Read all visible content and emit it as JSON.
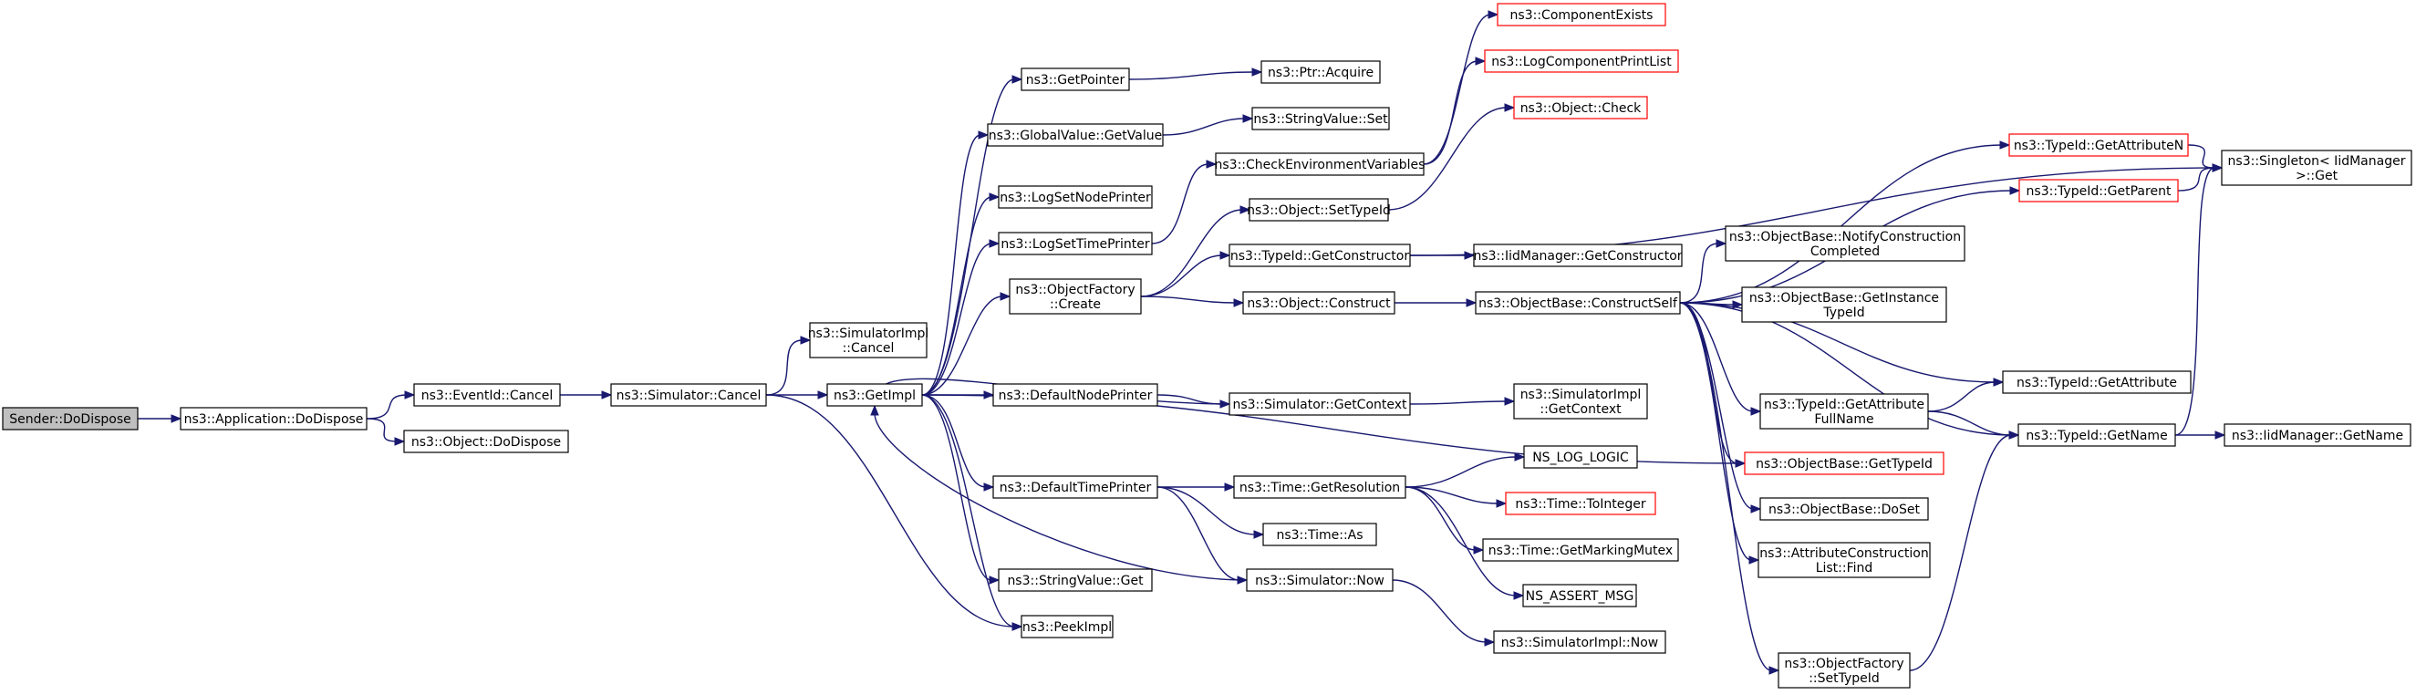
{
  "colors": {
    "edge": "#191970",
    "border_normal": "#000000",
    "border_missing": "#ff0000",
    "root_fill": "#bfbfbf",
    "fill": "#ffffff"
  },
  "nodes": {
    "sender_dodispose": {
      "lines": [
        "Sender::DoDispose"
      ],
      "style": "root"
    },
    "app_dodispose": {
      "lines": [
        "ns3::Application::DoDispose"
      ],
      "style": "normal"
    },
    "eventid_cancel": {
      "lines": [
        "ns3::EventId::Cancel"
      ],
      "style": "normal"
    },
    "object_dodispose": {
      "lines": [
        "ns3::Object::DoDispose"
      ],
      "style": "normal"
    },
    "simulator_cancel": {
      "lines": [
        "ns3::Simulator::Cancel"
      ],
      "style": "normal"
    },
    "simimpl_cancel": {
      "lines": [
        "ns3::SimulatorImpl",
        "::Cancel"
      ],
      "style": "normal"
    },
    "getimpl": {
      "lines": [
        "ns3::GetImpl"
      ],
      "style": "normal"
    },
    "peekimpl": {
      "lines": [
        "ns3::PeekImpl"
      ],
      "style": "normal"
    },
    "getpointer": {
      "lines": [
        "ns3::GetPointer"
      ],
      "style": "normal"
    },
    "globalvalue_getvalue": {
      "lines": [
        "ns3::GlobalValue::GetValue"
      ],
      "style": "normal"
    },
    "logsetnodeprinter": {
      "lines": [
        "ns3::LogSetNodePrinter"
      ],
      "style": "normal"
    },
    "logsettimeprinter": {
      "lines": [
        "ns3::LogSetTimePrinter"
      ],
      "style": "normal"
    },
    "objectfactory_create": {
      "lines": [
        "ns3::ObjectFactory",
        "::Create"
      ],
      "style": "normal"
    },
    "defaultnodeprinter": {
      "lines": [
        "ns3::DefaultNodePrinter"
      ],
      "style": "normal"
    },
    "defaulttimeprinter": {
      "lines": [
        "ns3::DefaultTimePrinter"
      ],
      "style": "normal"
    },
    "stringvalue_get": {
      "lines": [
        "ns3::StringValue::Get"
      ],
      "style": "normal"
    },
    "ptr_acquire": {
      "lines": [
        "ns3::Ptr::Acquire"
      ],
      "style": "normal"
    },
    "stringvalue_set": {
      "lines": [
        "ns3::StringValue::Set"
      ],
      "style": "normal"
    },
    "checkenvvars": {
      "lines": [
        "ns3::CheckEnvironmentVariables"
      ],
      "style": "normal"
    },
    "object_settypeid": {
      "lines": [
        "ns3::Object::SetTypeId"
      ],
      "style": "normal"
    },
    "typeid_getconstructor": {
      "lines": [
        "ns3::TypeId::GetConstructor"
      ],
      "style": "normal"
    },
    "object_construct": {
      "lines": [
        "ns3::Object::Construct"
      ],
      "style": "normal"
    },
    "simulator_getcontext": {
      "lines": [
        "ns3::Simulator::GetContext"
      ],
      "style": "normal"
    },
    "time_getresolution": {
      "lines": [
        "ns3::Time::GetResolution"
      ],
      "style": "normal"
    },
    "time_as": {
      "lines": [
        "ns3::Time::As"
      ],
      "style": "normal"
    },
    "simulator_now": {
      "lines": [
        "ns3::Simulator::Now"
      ],
      "style": "normal"
    },
    "componentexists": {
      "lines": [
        "ns3::ComponentExists"
      ],
      "style": "missing"
    },
    "logcomponentprintlist": {
      "lines": [
        "ns3::LogComponentPrintList"
      ],
      "style": "missing"
    },
    "object_check": {
      "lines": [
        "ns3::Object::Check"
      ],
      "style": "missing"
    },
    "iidmanager_getconstructor": {
      "lines": [
        "ns3::IidManager::GetConstructor"
      ],
      "style": "normal"
    },
    "objectbase_constructself": {
      "lines": [
        "ns3::ObjectBase::ConstructSelf"
      ],
      "style": "normal"
    },
    "simimpl_getcontext": {
      "lines": [
        "ns3::SimulatorImpl",
        "::GetContext"
      ],
      "style": "normal"
    },
    "ns_log_logic": {
      "lines": [
        "NS_LOG_LOGIC"
      ],
      "style": "normal"
    },
    "time_tointeger": {
      "lines": [
        "ns3::Time::ToInteger"
      ],
      "style": "missing"
    },
    "time_getmarkingmutex": {
      "lines": [
        "ns3::Time::GetMarkingMutex"
      ],
      "style": "normal"
    },
    "ns_assert_msg": {
      "lines": [
        "NS_ASSERT_MSG"
      ],
      "style": "normal"
    },
    "simimpl_now": {
      "lines": [
        "ns3::SimulatorImpl::Now"
      ],
      "style": "normal"
    },
    "typeid_getattributen": {
      "lines": [
        "ns3::TypeId::GetAttributeN"
      ],
      "style": "missing"
    },
    "typeid_getparent": {
      "lines": [
        "ns3::TypeId::GetParent"
      ],
      "style": "missing"
    },
    "objectbase_notifyconstruction": {
      "lines": [
        "ns3::ObjectBase::NotifyConstruction",
        "Completed"
      ],
      "style": "normal"
    },
    "objectbase_getinstancetypeid": {
      "lines": [
        "ns3::ObjectBase::GetInstance",
        "TypeId"
      ],
      "style": "normal"
    },
    "typeid_getattributefullname": {
      "lines": [
        "ns3::TypeId::GetAttribute",
        "FullName"
      ],
      "style": "normal"
    },
    "objectbase_gettypeid": {
      "lines": [
        "ns3::ObjectBase::GetTypeId"
      ],
      "style": "missing"
    },
    "objectbase_doset": {
      "lines": [
        "ns3::ObjectBase::DoSet"
      ],
      "style": "normal"
    },
    "attrconstructionlist_find": {
      "lines": [
        "ns3::AttributeConstruction",
        "List::Find"
      ],
      "style": "normal"
    },
    "objectfactory_settypeid": {
      "lines": [
        "ns3::ObjectFactory",
        "::SetTypeId"
      ],
      "style": "normal"
    },
    "singleton_get": {
      "lines": [
        "ns3::Singleton< IidManager",
        ">::Get"
      ],
      "style": "normal"
    },
    "typeid_getattribute": {
      "lines": [
        "ns3::TypeId::GetAttribute"
      ],
      "style": "normal"
    },
    "typeid_getname": {
      "lines": [
        "ns3::TypeId::GetName"
      ],
      "style": "normal"
    },
    "iidmanager_getname": {
      "lines": [
        "ns3::IidManager::GetName"
      ],
      "style": "normal"
    }
  },
  "edges": [
    [
      "sender_dodispose",
      "app_dodispose"
    ],
    [
      "app_dodispose",
      "eventid_cancel"
    ],
    [
      "app_dodispose",
      "object_dodispose"
    ],
    [
      "eventid_cancel",
      "simulator_cancel"
    ],
    [
      "simulator_cancel",
      "simimpl_cancel"
    ],
    [
      "simulator_cancel",
      "getimpl"
    ],
    [
      "simulator_cancel",
      "peekimpl"
    ],
    [
      "getimpl",
      "getpointer"
    ],
    [
      "getimpl",
      "globalvalue_getvalue"
    ],
    [
      "getimpl",
      "logsetnodeprinter"
    ],
    [
      "getimpl",
      "logsettimeprinter"
    ],
    [
      "getimpl",
      "objectfactory_create"
    ],
    [
      "getimpl",
      "defaultnodeprinter"
    ],
    [
      "getimpl",
      "defaulttimeprinter"
    ],
    [
      "getimpl",
      "stringvalue_get"
    ],
    [
      "getimpl",
      "peekimpl"
    ],
    [
      "getimpl",
      "objectbase_gettypeid"
    ],
    [
      "getpointer",
      "ptr_acquire"
    ],
    [
      "globalvalue_getvalue",
      "stringvalue_set"
    ],
    [
      "logsettimeprinter",
      "checkenvvars"
    ],
    [
      "checkenvvars",
      "componentexists"
    ],
    [
      "checkenvvars",
      "logcomponentprintlist"
    ],
    [
      "objectfactory_create",
      "object_settypeid"
    ],
    [
      "objectfactory_create",
      "typeid_getconstructor"
    ],
    [
      "objectfactory_create",
      "object_construct"
    ],
    [
      "object_settypeid",
      "object_check"
    ],
    [
      "typeid_getconstructor",
      "iidmanager_getconstructor"
    ],
    [
      "typeid_getconstructor",
      "singleton_get"
    ],
    [
      "object_construct",
      "objectbase_constructself"
    ],
    [
      "defaultnodeprinter",
      "simulator_getcontext"
    ],
    [
      "simulator_getcontext",
      "getimpl"
    ],
    [
      "simulator_getcontext",
      "simimpl_getcontext"
    ],
    [
      "defaulttimeprinter",
      "time_getresolution"
    ],
    [
      "defaulttimeprinter",
      "time_as"
    ],
    [
      "defaulttimeprinter",
      "simulator_now"
    ],
    [
      "simulator_now",
      "getimpl"
    ],
    [
      "simulator_now",
      "simimpl_now"
    ],
    [
      "time_getresolution",
      "ns_log_logic"
    ],
    [
      "time_getresolution",
      "time_tointeger"
    ],
    [
      "time_getresolution",
      "time_getmarkingmutex"
    ],
    [
      "time_getresolution",
      "ns_assert_msg"
    ],
    [
      "objectbase_constructself",
      "typeid_getattributen"
    ],
    [
      "objectbase_constructself",
      "typeid_getparent"
    ],
    [
      "objectbase_constructself",
      "objectbase_notifyconstruction"
    ],
    [
      "objectbase_constructself",
      "objectbase_getinstancetypeid"
    ],
    [
      "objectbase_constructself",
      "typeid_getattribute"
    ],
    [
      "objectbase_constructself",
      "typeid_getattributefullname"
    ],
    [
      "objectbase_constructself",
      "objectbase_gettypeid"
    ],
    [
      "objectbase_constructself",
      "objectbase_doset"
    ],
    [
      "objectbase_constructself",
      "attrconstructionlist_find"
    ],
    [
      "objectbase_constructself",
      "objectfactory_settypeid"
    ],
    [
      "objectbase_constructself",
      "typeid_getname"
    ],
    [
      "typeid_getattributen",
      "singleton_get"
    ],
    [
      "typeid_getparent",
      "singleton_get"
    ],
    [
      "typeid_getattributefullname",
      "typeid_getattribute"
    ],
    [
      "typeid_getattributefullname",
      "typeid_getname"
    ],
    [
      "objectfactory_settypeid",
      "typeid_getname"
    ],
    [
      "typeid_getname",
      "singleton_get"
    ],
    [
      "typeid_getname",
      "iidmanager_getname"
    ]
  ]
}
